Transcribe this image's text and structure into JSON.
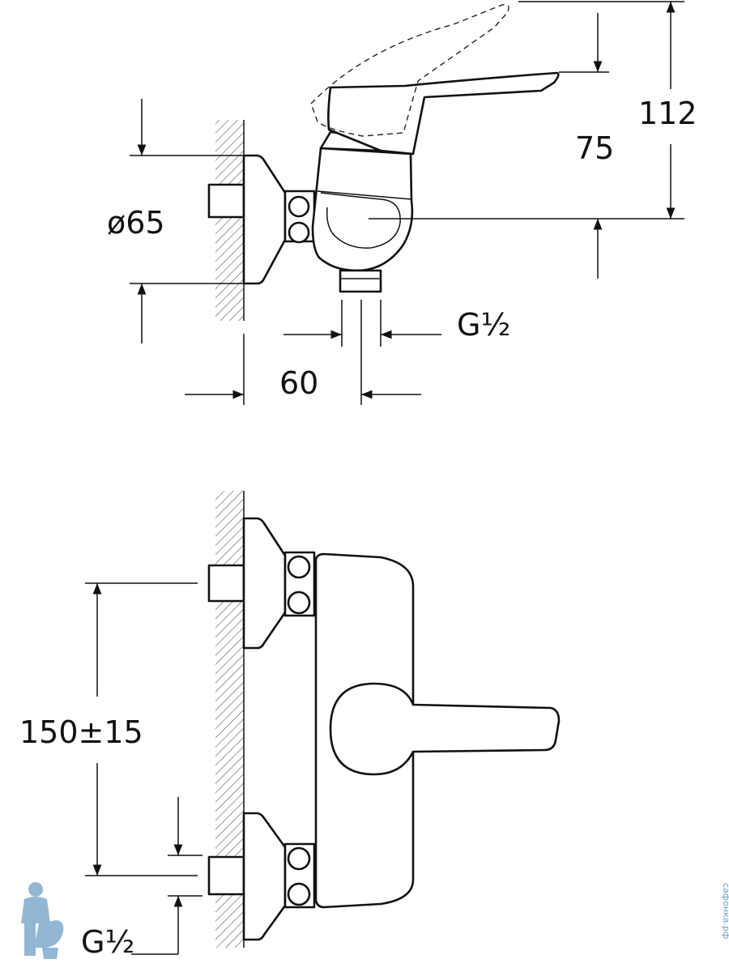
{
  "dimensions": {
    "flange_diameter": "ø65",
    "spout_offset": "60",
    "outlet_thread": "G½",
    "handle_height": "75",
    "total_height": "112",
    "inlet_spacing": "150±15",
    "inlet_thread": "G½"
  },
  "watermark": {
    "text": "сафонка.рф"
  },
  "colors": {
    "line": "#111111",
    "watermark": "#6e9fc6"
  }
}
